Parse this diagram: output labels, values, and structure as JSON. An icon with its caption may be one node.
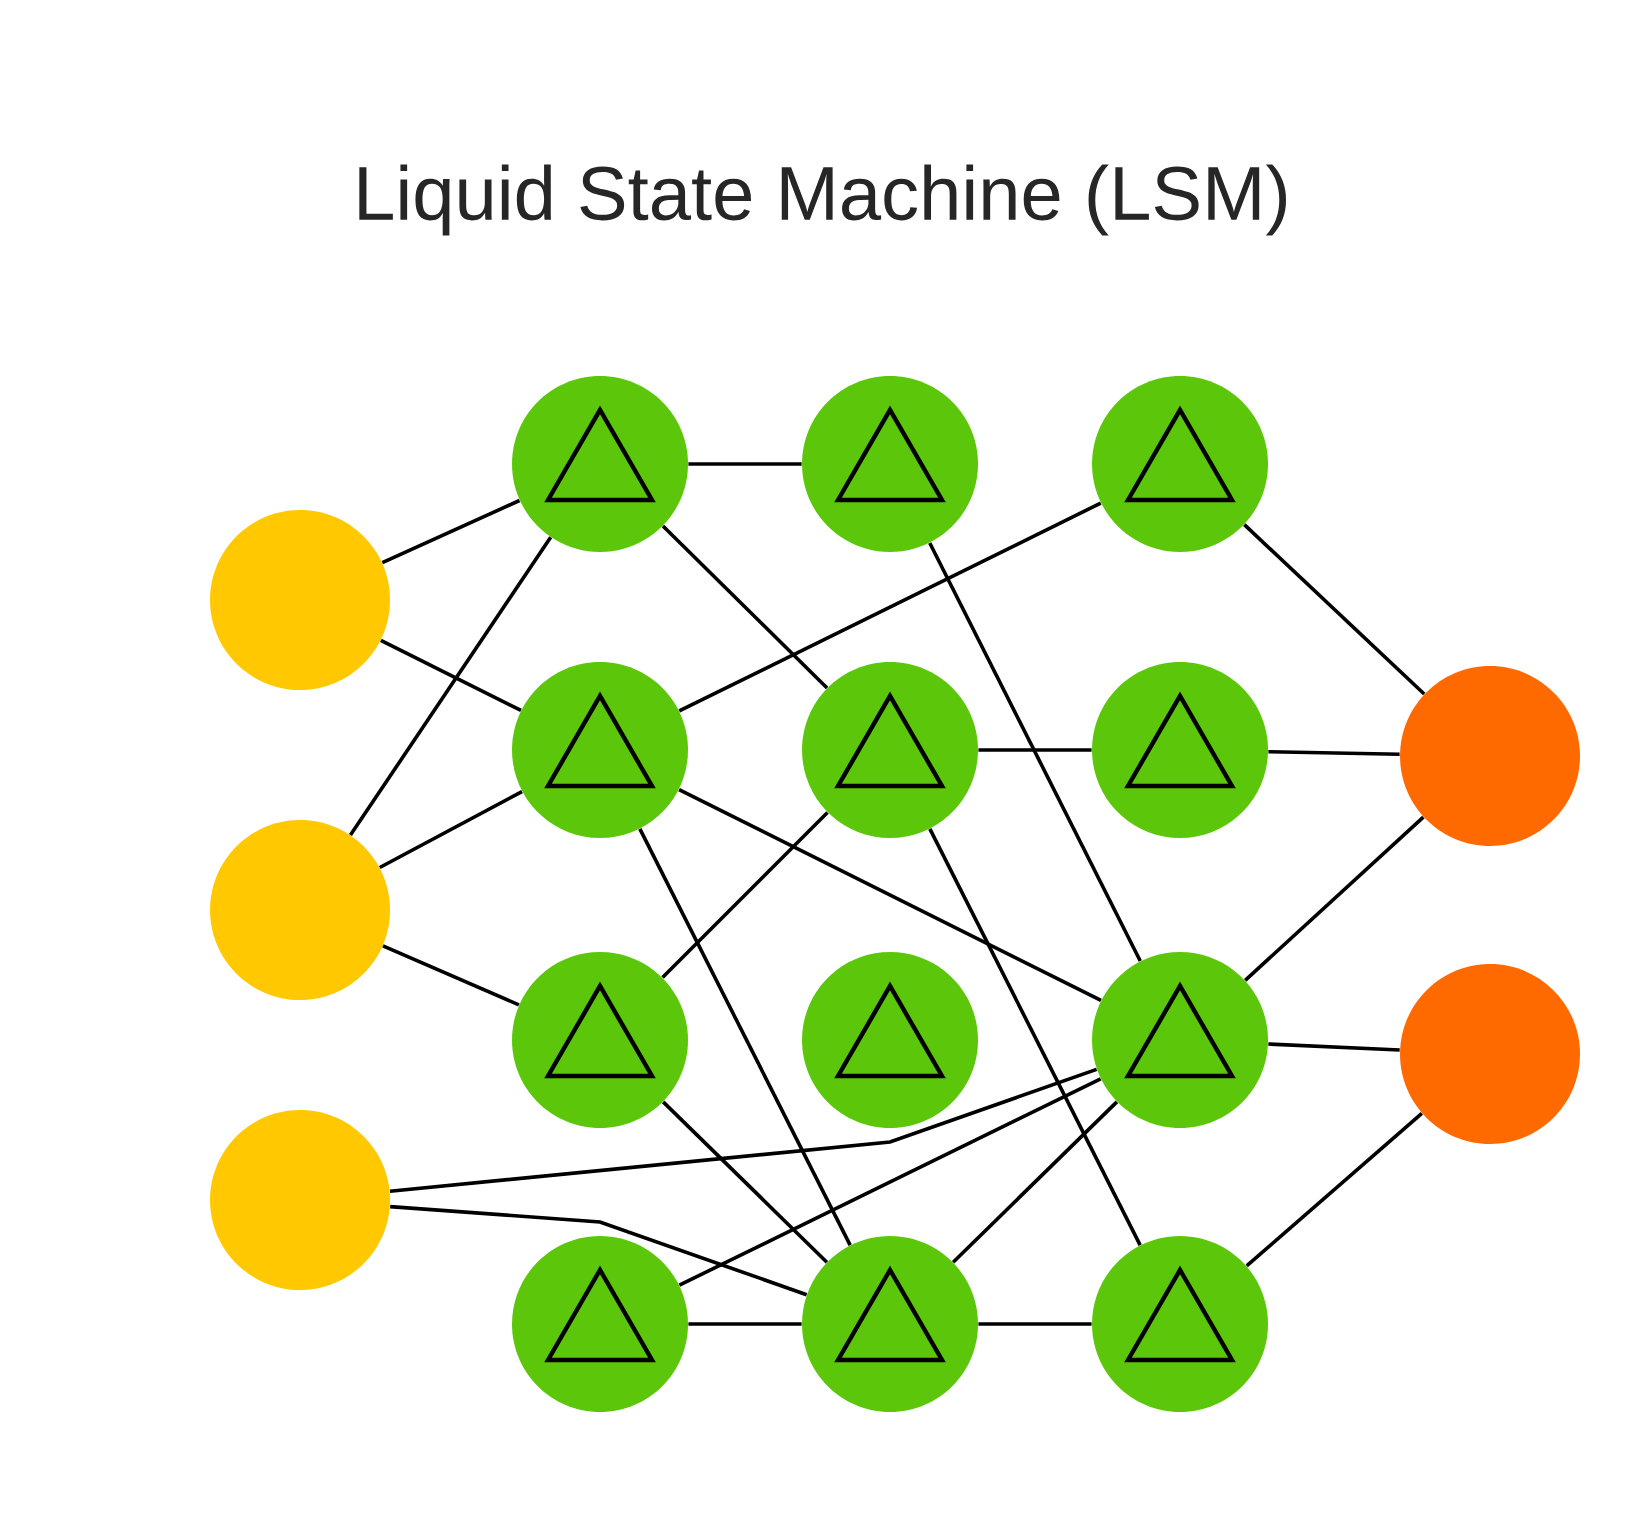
{
  "diagram": {
    "title": "Liquid State Machine (LSM)",
    "nodes": [
      {
        "text": [],
        "shape": "circle"
      },
      {
        "text": [],
        "shape": "circle"
      },
      {
        "text": [],
        "shape": "circle"
      },
      {
        "text": [],
        "shape": "triangle"
      },
      {
        "text": [],
        "shape": "triangle"
      },
      {
        "text": [],
        "shape": "triangle"
      },
      {
        "text": [],
        "shape": "triangle"
      },
      {
        "text": [],
        "shape": "triangle"
      },
      {
        "text": [],
        "shape": "triangle"
      },
      {
        "text": [],
        "shape": "triangle"
      },
      {
        "text": [],
        "shape": "triangle"
      },
      {
        "text": [],
        "shape": "triangle"
      },
      {
        "text": [],
        "shape": "triangle"
      },
      {
        "text": [],
        "shape": "triangle"
      },
      {
        "text": [],
        "shape": "triangle"
      },
      {
        "text": [],
        "shape": "circle"
      },
      {
        "text": [],
        "shape": "circle"
      }
    ],
    "edges": [
      {
        "from": 0,
        "to": 3,
        "arrow": "none"
      },
      {
        "from": 0,
        "to": 4,
        "arrow": "none"
      },
      {
        "from": 1,
        "to": 3,
        "arrow": "none"
      },
      {
        "from": 1,
        "to": 4,
        "arrow": "none"
      },
      {
        "from": 1,
        "to": 5,
        "arrow": "none"
      },
      {
        "from": 2,
        "to": 13,
        "arrow": "none"
      },
      {
        "from": 2,
        "to": 10,
        "arrow": "none"
      },
      {
        "from": 10,
        "to": 14,
        "arrow": "none"
      },
      {
        "from": 3,
        "to": 7,
        "arrow": "none"
      },
      {
        "from": 3,
        "to": 8,
        "arrow": "none"
      },
      {
        "from": 4,
        "to": 11,
        "arrow": "none"
      },
      {
        "from": 4,
        "to": 13,
        "arrow": "none"
      },
      {
        "from": 4,
        "to": 10,
        "arrow": "none"
      },
      {
        "from": 5,
        "to": 8,
        "arrow": "none"
      },
      {
        "from": 5,
        "to": 10,
        "arrow": "none"
      },
      {
        "from": 6,
        "to": 10,
        "arrow": "none"
      },
      {
        "from": 6,
        "to": 13,
        "arrow": "none"
      },
      {
        "from": 13,
        "to": 15,
        "arrow": "none"
      },
      {
        "from": 7,
        "to": 13,
        "arrow": "none"
      },
      {
        "from": 8,
        "to": 12,
        "arrow": "none"
      },
      {
        "from": 8,
        "to": 14,
        "arrow": "none"
      },
      {
        "from": 10,
        "to": 13,
        "arrow": "none"
      },
      {
        "from": 11,
        "to": 15,
        "arrow": "none"
      },
      {
        "from": 12,
        "to": 15,
        "arrow": "none"
      },
      {
        "from": 13,
        "to": 16,
        "arrow": "none"
      },
      {
        "from": 14,
        "to": 16,
        "arrow": "none"
      }
    ]
  }
}
